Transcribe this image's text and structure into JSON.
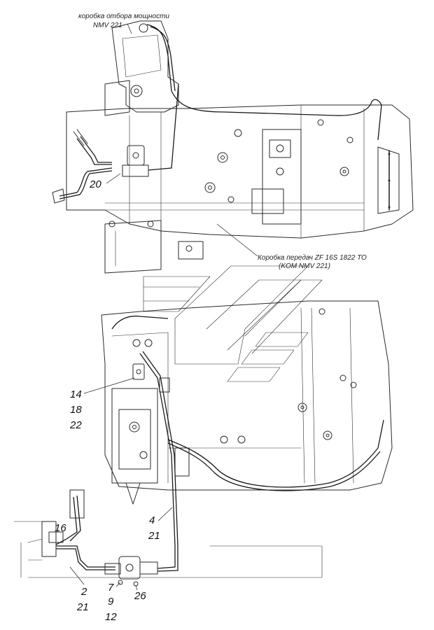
{
  "labels": {
    "pto_line1": "коробка отбора мощности",
    "pto_line2": "NMV 221",
    "gearbox_line1": "Коробка передач ZF 16S 1822 TO",
    "gearbox_line2": "(KOM NMV 221)"
  },
  "callouts": {
    "c20": "20",
    "c14": "14",
    "c18": "18",
    "c22": "22",
    "c16": "16",
    "c4": "4",
    "c21a": "21",
    "c2": "2",
    "c21b": "21",
    "c7": "7",
    "c9": "9",
    "c12": "12",
    "c26": "26"
  }
}
